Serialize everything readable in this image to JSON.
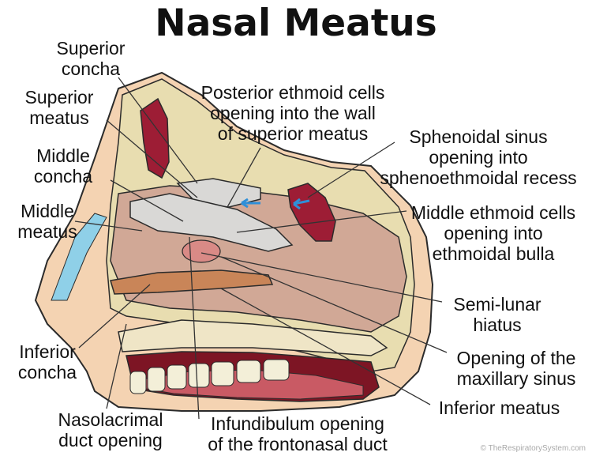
{
  "title": "Nasal Meatus",
  "labels": {
    "superior_concha": "Superior\nconcha",
    "superior_meatus": "Superior\nmeatus",
    "middle_concha": "Middle\nconcha",
    "middle_meatus": "Middle\nmeatus",
    "inferior_concha": "Inferior\nconcha",
    "nasolacrimal_duct": "Nasolacrimal\nduct opening",
    "infundibulum": "Infundibulum opening\nof the frontonasal duct",
    "posterior_ethmoid": "Posterior ethmoid cells\nopening into the wall\nof superior meatus",
    "sphenoidal_sinus": "Sphenoidal sinus\nopening into\nsphenoethmoidal recess",
    "middle_ethmoid": "Middle ethmoid cells\nopening into\nethmoidal bulla",
    "semilunar_hiatus": "Semi-lunar\nhiatus",
    "maxillary_opening": "Opening of the\nmaxillary sinus",
    "inferior_meatus": "Inferior meatus"
  },
  "watermark": "© TheRespiratorySystem.com",
  "colors": {
    "skin": "#f4d3b2",
    "bone": "#e8ddb0",
    "cavity": "#d1a896",
    "concha": "#d9d8d6",
    "sinus": "#9d1d35",
    "mouth": "#7d1524",
    "tongue": "#c95a64",
    "teeth": "#f3efd8",
    "outline": "#2b2b2b",
    "arrow": "#2f8fd8"
  }
}
